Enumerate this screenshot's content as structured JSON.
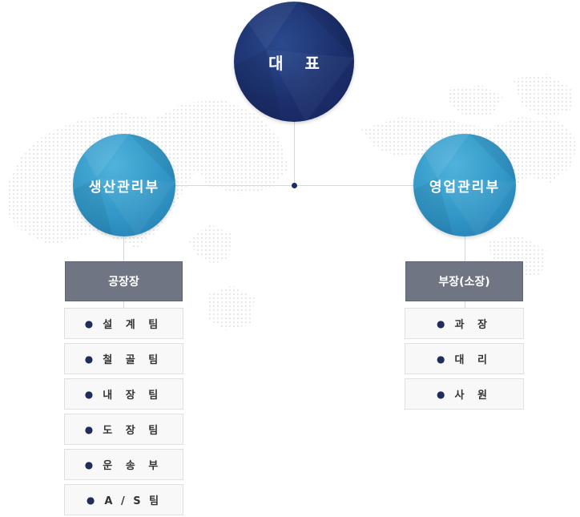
{
  "ceo": {
    "label": "대 표"
  },
  "departments": [
    {
      "label": "생산관리부",
      "head": "공장장",
      "items": [
        "설 계 팀",
        "철 골 팀",
        "내 장 팀",
        "도 장 팀",
        "운 송 부",
        "A / S 팀"
      ]
    },
    {
      "label": "영업관리부",
      "head": "부장(소장)",
      "items": [
        "과 장",
        "대 리",
        "사 원"
      ]
    }
  ],
  "colors": {
    "ceo": "#1c2f6c",
    "department": "#2f93c4",
    "head_box": "#6f7583",
    "item_box": "#f8f8f8",
    "bullet": "#1f2c5c",
    "connector": "#d4d7dc"
  }
}
